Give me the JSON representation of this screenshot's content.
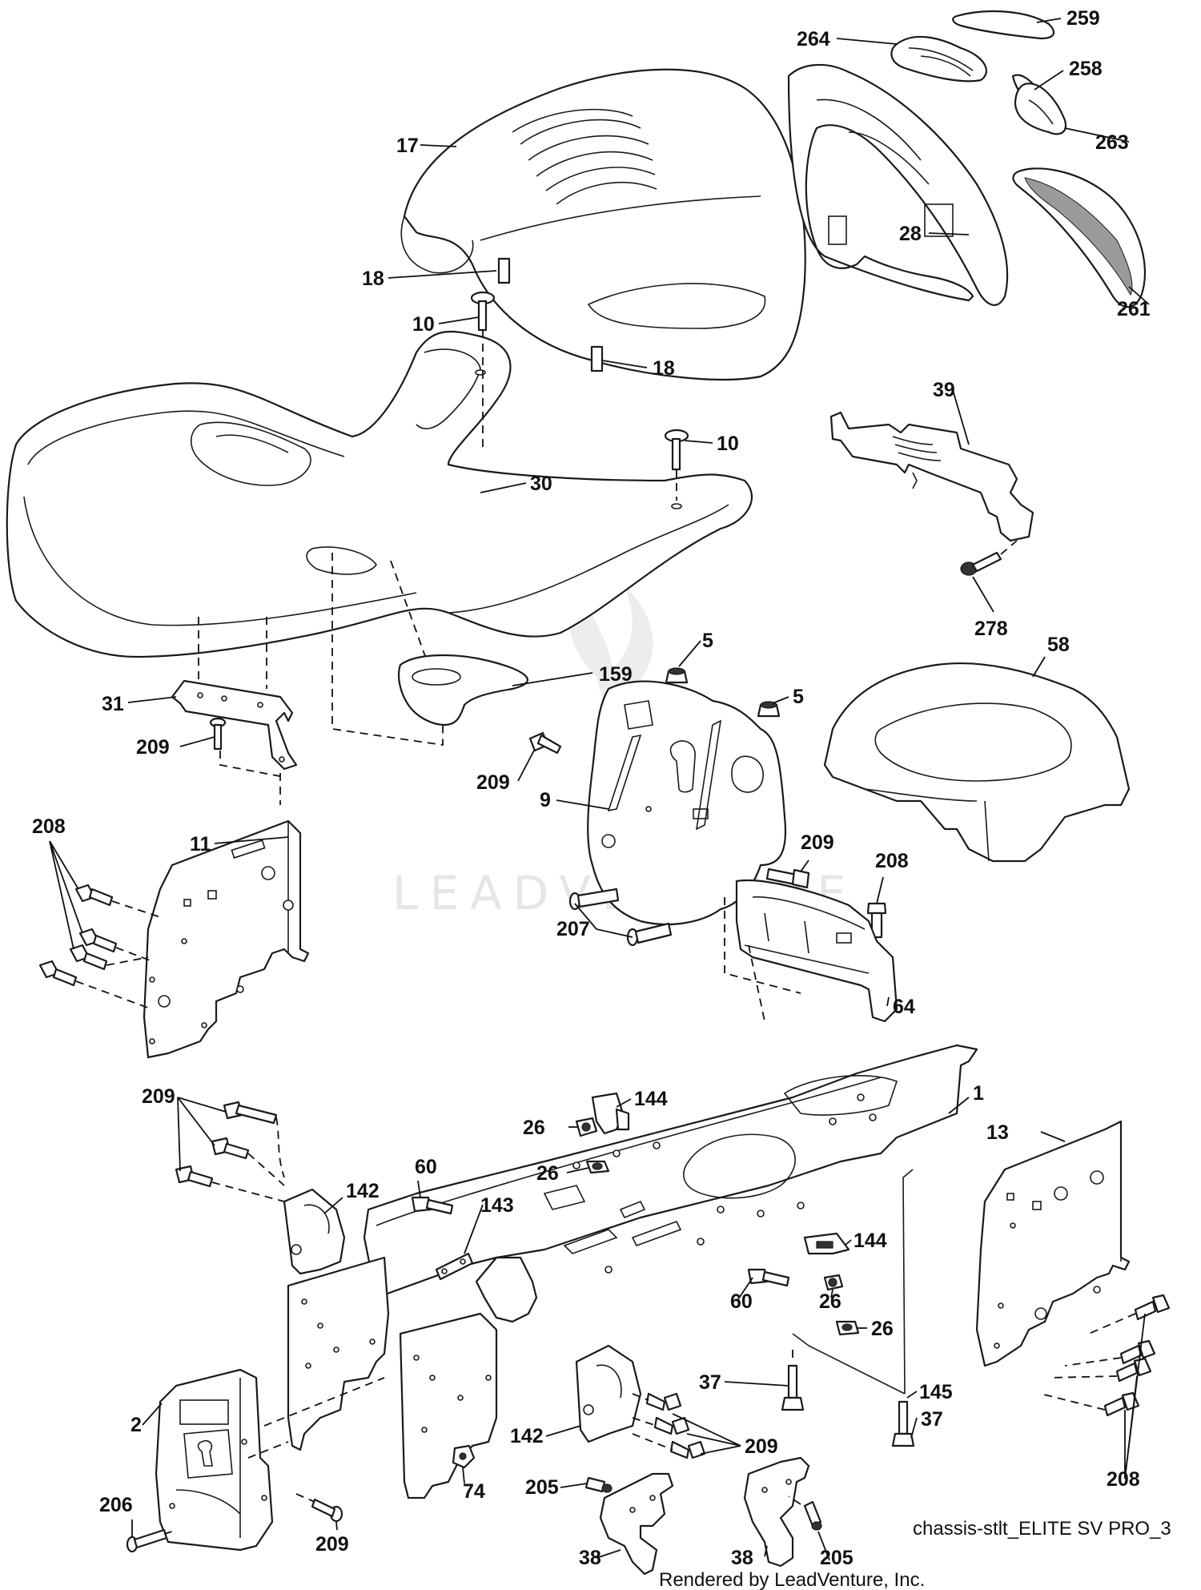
{
  "diagram": {
    "watermark": "LEADVENTURE",
    "caption": "chassis-stlt_ELITE SV PRO_3",
    "credit": "Rendered by LeadVenture, Inc.",
    "callouts": [
      {
        "id": "c259",
        "label": "259"
      },
      {
        "id": "c264",
        "label": "264"
      },
      {
        "id": "c258",
        "label": "258"
      },
      {
        "id": "c17",
        "label": "17"
      },
      {
        "id": "c263",
        "label": "263"
      },
      {
        "id": "c28",
        "label": "28"
      },
      {
        "id": "c18a",
        "label": "18"
      },
      {
        "id": "c261",
        "label": "261"
      },
      {
        "id": "c10a",
        "label": "10"
      },
      {
        "id": "c18b",
        "label": "18"
      },
      {
        "id": "c39",
        "label": "39"
      },
      {
        "id": "c10b",
        "label": "10"
      },
      {
        "id": "c30",
        "label": "30"
      },
      {
        "id": "c278",
        "label": "278"
      },
      {
        "id": "c5a",
        "label": "5"
      },
      {
        "id": "c58",
        "label": "58"
      },
      {
        "id": "c159",
        "label": "159"
      },
      {
        "id": "c5b",
        "label": "5"
      },
      {
        "id": "c31",
        "label": "31"
      },
      {
        "id": "c209a",
        "label": "209"
      },
      {
        "id": "c209b",
        "label": "209"
      },
      {
        "id": "c9",
        "label": "9"
      },
      {
        "id": "c208a",
        "label": "208"
      },
      {
        "id": "c11",
        "label": "11"
      },
      {
        "id": "c209c",
        "label": "209"
      },
      {
        "id": "c208b",
        "label": "208"
      },
      {
        "id": "c207",
        "label": "207"
      },
      {
        "id": "c64",
        "label": "64"
      },
      {
        "id": "c1",
        "label": "1"
      },
      {
        "id": "c209d",
        "label": "209"
      },
      {
        "id": "c144a",
        "label": "144"
      },
      {
        "id": "c26a",
        "label": "26"
      },
      {
        "id": "c13",
        "label": "13"
      },
      {
        "id": "c26b",
        "label": "26"
      },
      {
        "id": "c60a",
        "label": "60"
      },
      {
        "id": "c142a",
        "label": "142"
      },
      {
        "id": "c143",
        "label": "143"
      },
      {
        "id": "c144b",
        "label": "144"
      },
      {
        "id": "c60b",
        "label": "60"
      },
      {
        "id": "c26c",
        "label": "26"
      },
      {
        "id": "c26d",
        "label": "26"
      },
      {
        "id": "c37a",
        "label": "37"
      },
      {
        "id": "c145",
        "label": "145"
      },
      {
        "id": "c2",
        "label": "2"
      },
      {
        "id": "c37b",
        "label": "37"
      },
      {
        "id": "c142b",
        "label": "142"
      },
      {
        "id": "c209e",
        "label": "209"
      },
      {
        "id": "c74",
        "label": "74"
      },
      {
        "id": "c208c",
        "label": "208"
      },
      {
        "id": "c206",
        "label": "206"
      },
      {
        "id": "c205a",
        "label": "205"
      },
      {
        "id": "c209f",
        "label": "209"
      },
      {
        "id": "c38a",
        "label": "38"
      },
      {
        "id": "c38b",
        "label": "38"
      },
      {
        "id": "c205b",
        "label": "205"
      }
    ]
  }
}
